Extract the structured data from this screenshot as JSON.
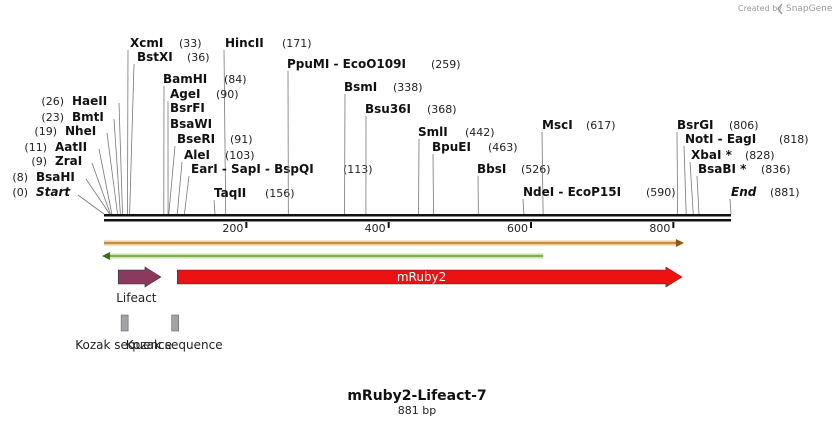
{
  "credit": {
    "prefix": "Created by",
    "brand": "SnapGene"
  },
  "plasmid": {
    "name": "mRuby2-Lifeact-7",
    "length_label": "881 bp",
    "length": 881
  },
  "ruler": {
    "ticks": [
      200,
      400,
      600,
      800
    ]
  },
  "sites": [
    {
      "name": "Start",
      "pos": 0,
      "pos_label": "(0)",
      "italic": true
    },
    {
      "name": "BsaHI",
      "pos": 8,
      "pos_label": "(8)"
    },
    {
      "name": "ZraI",
      "pos": 9,
      "pos_label": "(9)"
    },
    {
      "name": "AatII",
      "pos": 11,
      "pos_label": "(11)"
    },
    {
      "name": "NheI",
      "pos": 19,
      "pos_label": "(19)"
    },
    {
      "name": "BmtI",
      "pos": 23,
      "pos_label": "(23)"
    },
    {
      "name": "HaeII",
      "pos": 26,
      "pos_label": "(26)"
    },
    {
      "name": "XcmI",
      "pos": 33,
      "pos_label": "(33)"
    },
    {
      "name": "BstXI",
      "pos": 36,
      "pos_label": "(36)"
    },
    {
      "name": "BamHI",
      "pos": 84,
      "pos_label": "(84)"
    },
    {
      "name": "AgeI",
      "pos": 90,
      "pos_label": "(90)"
    },
    {
      "name": "BsrFI",
      "pos": 90,
      "pos_label": ""
    },
    {
      "name": "BsaWI",
      "pos": 90,
      "pos_label": ""
    },
    {
      "name": "BseRI",
      "pos": 91,
      "pos_label": "(91)"
    },
    {
      "name": "AleI",
      "pos": 103,
      "pos_label": "(103)"
    },
    {
      "name": "EarI - SapI - BspQI",
      "pos": 113,
      "pos_label": "(113)"
    },
    {
      "name": "TaqII",
      "pos": 156,
      "pos_label": "(156)"
    },
    {
      "name": "HincII",
      "pos": 171,
      "pos_label": "(171)"
    },
    {
      "name": "PpuMI - EcoO109I",
      "pos": 259,
      "pos_label": "(259)"
    },
    {
      "name": "BsmI",
      "pos": 338,
      "pos_label": "(338)"
    },
    {
      "name": "Bsu36I",
      "pos": 368,
      "pos_label": "(368)"
    },
    {
      "name": "SmlI",
      "pos": 442,
      "pos_label": "(442)"
    },
    {
      "name": "BpuEI",
      "pos": 463,
      "pos_label": "(463)"
    },
    {
      "name": "BbsI",
      "pos": 526,
      "pos_label": "(526)"
    },
    {
      "name": "NdeI - EcoP15I",
      "pos": 590,
      "pos_label": "(590)"
    },
    {
      "name": "MscI",
      "pos": 617,
      "pos_label": "(617)"
    },
    {
      "name": "BsrGI",
      "pos": 806,
      "pos_label": "(806)"
    },
    {
      "name": "NotI - EagI",
      "pos": 818,
      "pos_label": "(818)"
    },
    {
      "name": "XbaI *",
      "pos": 828,
      "pos_label": "(828)"
    },
    {
      "name": "BsaBI *",
      "pos": 836,
      "pos_label": "(836)"
    },
    {
      "name": "End",
      "pos": 881,
      "pos_label": "(881)",
      "italic": true
    }
  ],
  "features": [
    {
      "name": "",
      "type": "orf-forward",
      "start": 0,
      "end": 812,
      "color": "#e8a33c"
    },
    {
      "name": "",
      "type": "orf-reverse",
      "start": 0,
      "end": 617,
      "color": "#6ab023"
    },
    {
      "name": "Lifeact",
      "type": "cds",
      "start": 20,
      "end": 80,
      "color": "#8b3a5e"
    },
    {
      "name": "mRuby2",
      "type": "cds",
      "start": 103,
      "end": 812,
      "color": "#ee1111"
    },
    {
      "name": "Kozak sequence",
      "type": "regulatory",
      "start": 24,
      "end": 34,
      "color": "#9ea3a8"
    },
    {
      "name": "Kozak sequence",
      "type": "regulatory",
      "start": 95,
      "end": 105,
      "color": "#9ea3a8"
    }
  ]
}
